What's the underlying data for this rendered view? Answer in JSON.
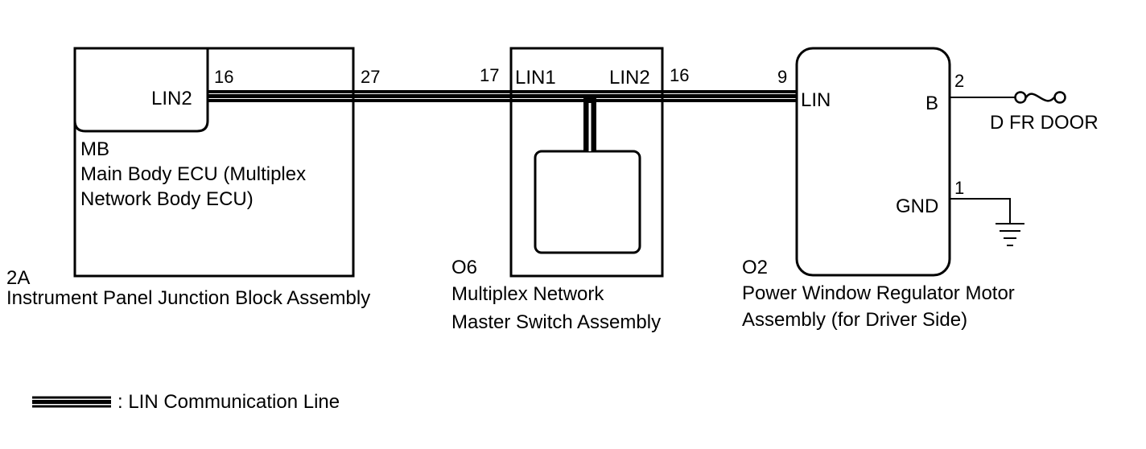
{
  "components": {
    "junction_block": {
      "code": "2A",
      "name": "Instrument Panel Junction Block Assembly"
    },
    "main_body_ecu": {
      "code": "MB",
      "name_line1": "Main Body ECU (Multiplex",
      "name_line2": "Network Body ECU)",
      "terminal": "LIN2"
    },
    "master_switch": {
      "code": "O6",
      "name_line1": "Multiplex Network",
      "name_line2": "Master Switch Assembly",
      "terminal_left": "LIN1",
      "terminal_right": "LIN2"
    },
    "window_motor": {
      "code": "O2",
      "name_line1": "Power Window Regulator Motor",
      "name_line2": "Assembly (for Driver Side)",
      "terminal_lin": "LIN",
      "terminal_b": "B",
      "terminal_gnd": "GND"
    }
  },
  "pins": {
    "ecu_out": "16",
    "jb_out": "27",
    "sw_in": "17",
    "sw_out": "16",
    "motor_lin": "9",
    "motor_b": "2",
    "motor_gnd": "1"
  },
  "fuse": {
    "label": "D FR DOOR"
  },
  "legend": {
    "label": ": LIN Communication Line"
  }
}
